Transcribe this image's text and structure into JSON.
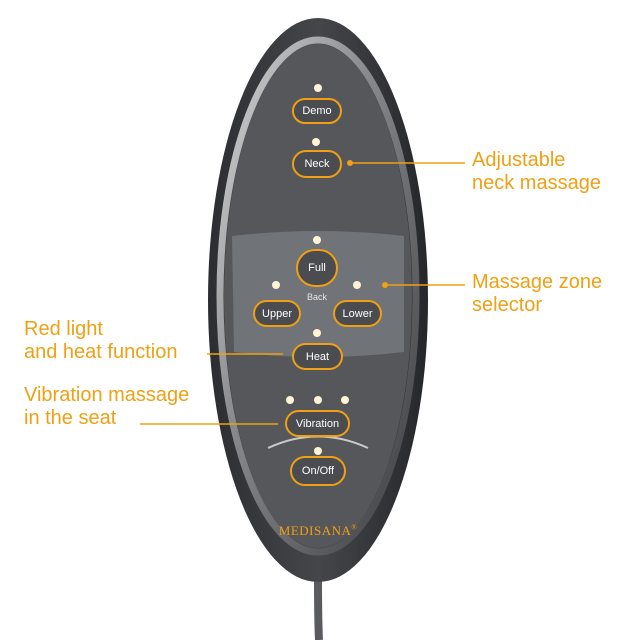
{
  "callouts": {
    "neck": {
      "line1": "Adjustable",
      "line2": "neck massage"
    },
    "zone": {
      "line1": "Massage zone",
      "line2": "selector"
    },
    "heat": {
      "line1": "Red light",
      "line2": "and heat function"
    },
    "vibration": {
      "line1": "Vibration massage",
      "line2": "in the seat"
    }
  },
  "remote": {
    "buttons": {
      "demo": "Demo",
      "neck": "Neck",
      "full": "Full",
      "upper": "Upper",
      "lower": "Lower",
      "heat": "Heat",
      "vibration": "Vibration",
      "on_off": "On/Off"
    },
    "zone_label": "Back",
    "brand": "MEDISANA",
    "brand_mark": "®"
  },
  "colors": {
    "accent": "#f0a014",
    "remote_body": "#3a3b3e",
    "panel": "#4a4c50",
    "led": "#fff4d6"
  }
}
